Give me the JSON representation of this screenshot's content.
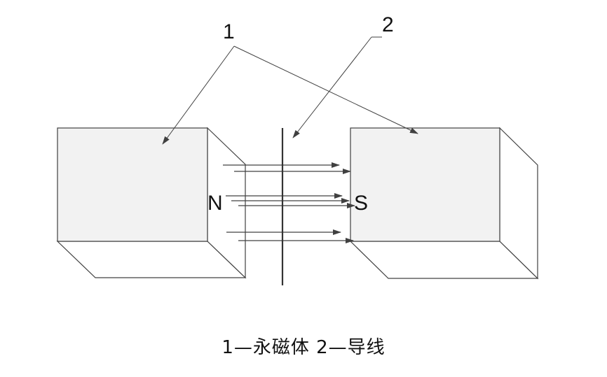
{
  "callouts": {
    "magnet_number": "1",
    "wire_number": "2"
  },
  "poles": {
    "north": "N",
    "south": "S"
  },
  "caption": "1—永磁体  2—导线",
  "colors": {
    "face_front": "#f2f2f2",
    "face_side": "#ffffff",
    "stroke": "#404040",
    "wire": "#333333"
  }
}
